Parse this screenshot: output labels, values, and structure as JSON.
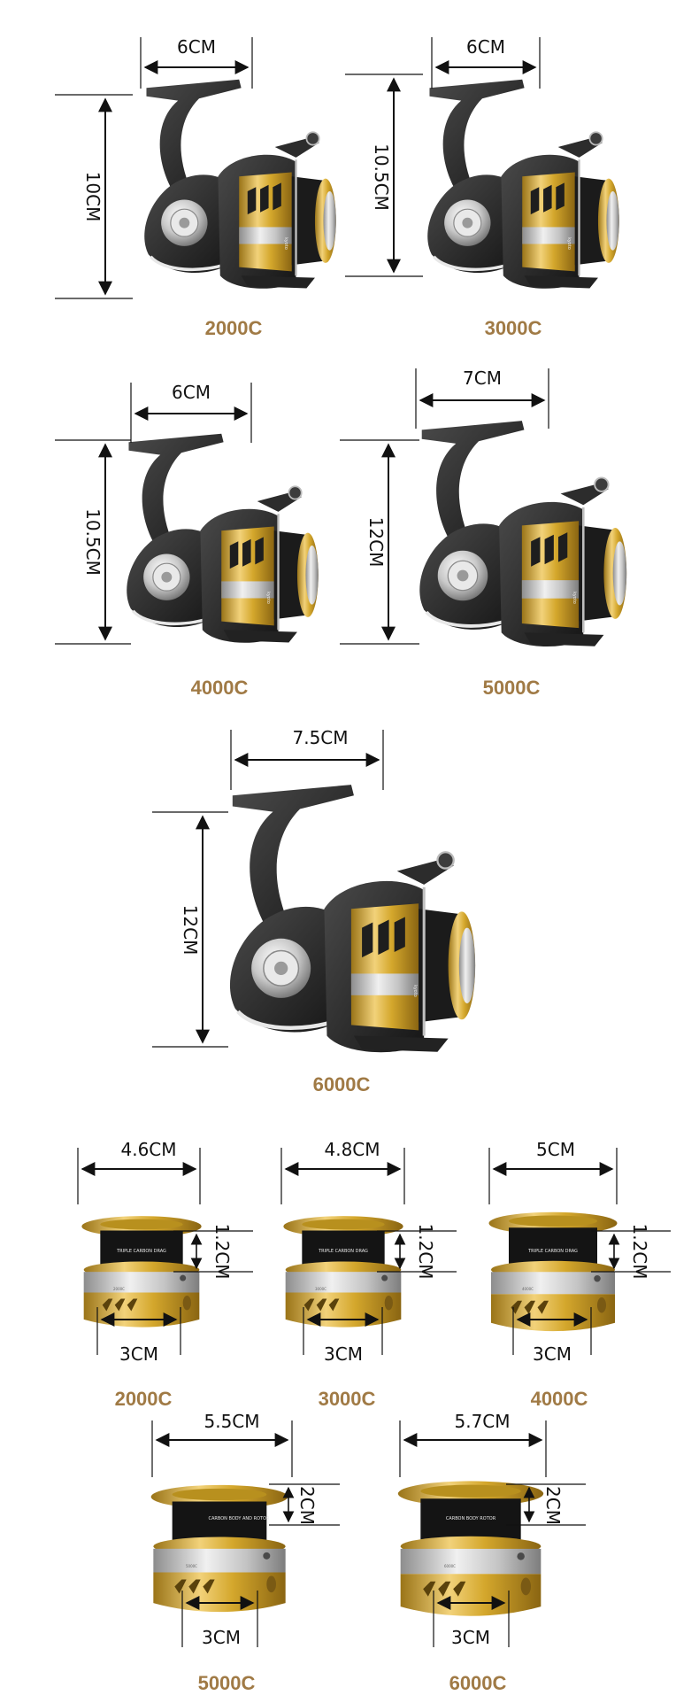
{
  "reels": [
    {
      "model": "2000C",
      "width": "6CM",
      "height": "10CM",
      "brand": "kyoto"
    },
    {
      "model": "3000C",
      "width": "6CM",
      "height": "10.5CM",
      "brand": "kyoto"
    },
    {
      "model": "4000C",
      "width": "6CM",
      "height": "10.5CM",
      "brand": "kyoto"
    },
    {
      "model": "5000C",
      "width": "7CM",
      "height": "12CM",
      "brand": "kyoto"
    },
    {
      "model": "6000C",
      "width": "7.5CM",
      "height": "12CM",
      "brand": "kyoto"
    }
  ],
  "spools": [
    {
      "model": "2000C",
      "diameter": "4.6CM",
      "depth": "1.2CM",
      "base": "3CM",
      "print": "TRIPLE CARBON DRAG",
      "label": "2000C"
    },
    {
      "model": "3000C",
      "diameter": "4.8CM",
      "depth": "1.2CM",
      "base": "3CM",
      "print": "TRIPLE CARBON DRAG",
      "label": "3000C"
    },
    {
      "model": "4000C",
      "diameter": "5CM",
      "depth": "1.2CM",
      "base": "3CM",
      "print": "TRIPLE CARBON DRAG",
      "label": "4000C"
    },
    {
      "model": "5000C",
      "diameter": "5.5CM",
      "depth": "2CM",
      "base": "3CM",
      "print": "CARBON BODY AND ROTOR",
      "label": "5000C"
    },
    {
      "model": "6000C",
      "diameter": "5.7CM",
      "depth": "2CM",
      "base": "3CM",
      "print": "CARBON BODY ROTOR",
      "label": "6000C"
    }
  ],
  "colors": {
    "label": "#a07a45",
    "gold": "#d4a72c",
    "black": "#2a2a2a",
    "silver": "#c9c9c9"
  }
}
